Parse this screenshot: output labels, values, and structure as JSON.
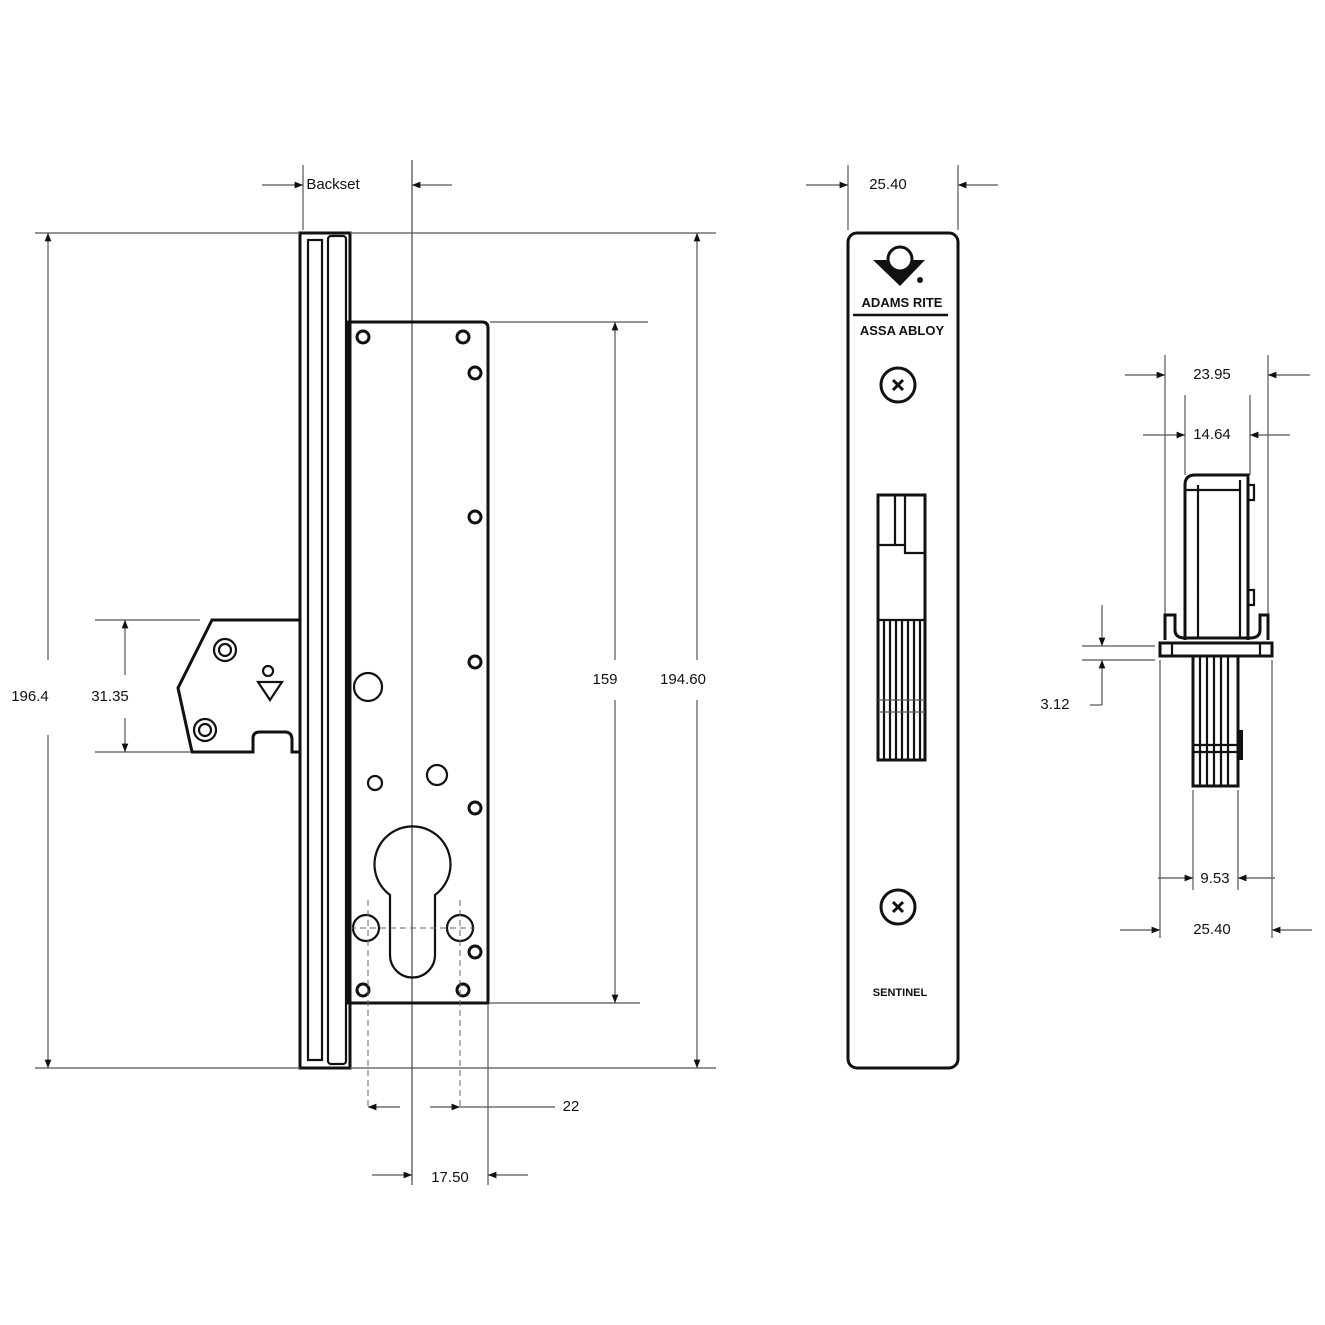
{
  "drawing": {
    "front_view": {
      "backset_label": "Backset",
      "overall_height": "196.4",
      "tab_height": "31.35",
      "case_height": "159",
      "faceplate_height": "194.60",
      "cylinder_hole_spacing": "22",
      "backset_value": "17.50"
    },
    "faceplate_view": {
      "width": "25.40",
      "brand_line1": "ADAMS RITE",
      "brand_line2": "ASSA ABLOY",
      "model": "SENTINEL"
    },
    "side_view": {
      "outer_width": "23.95",
      "inner_width": "14.64",
      "plate_thickness": "3.12",
      "bolt_width": "9.53",
      "base_width": "25.40"
    }
  }
}
